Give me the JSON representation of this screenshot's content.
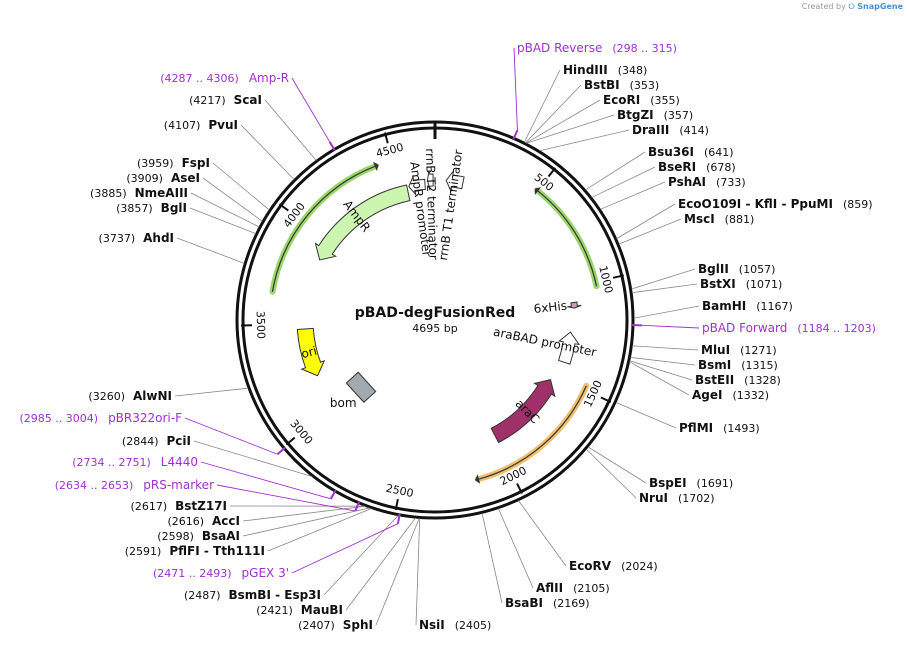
{
  "watermark": {
    "created_by": "Created by",
    "brand": "SnapGene"
  },
  "plasmid": {
    "name": "pBAD-degFusionRed",
    "length_bp": 4695,
    "length_label": "4695 bp"
  },
  "ticks": [
    "500",
    "1000",
    "1500",
    "2000",
    "2500",
    "3000",
    "3500",
    "4000",
    "4500"
  ],
  "features": [
    {
      "label": "AmpR",
      "start": 3880,
      "end": 4540,
      "direction": "reverse",
      "color": "#ccf5b0",
      "style": "arrow"
    },
    {
      "label": "AmpR promoter",
      "start": 4550,
      "end": 4640,
      "direction": "reverse",
      "color": "#ffffff",
      "style": "arrow"
    },
    {
      "label": "ori",
      "start": 3190,
      "end": 3470,
      "direction": "reverse",
      "color": "#ffff00",
      "style": "arrow"
    },
    {
      "label": "bom",
      "start": 2930,
      "end": 3010,
      "direction": "none",
      "color": "#a0aab0",
      "style": "box"
    },
    {
      "label": "araC",
      "start": 1990,
      "end": 1530,
      "direction": "reverse",
      "color": "#a0306a",
      "style": "arrow"
    },
    {
      "label": "araBAD promoter",
      "start": 1410,
      "end": 1240,
      "direction": "reverse",
      "color": "#ffffff",
      "style": "arrow"
    },
    {
      "label": "6xHis",
      "start": 1080,
      "end": 1110,
      "direction": "forward",
      "color": "#d09ac0",
      "style": "arrow"
    },
    {
      "label": "rrnB T2 terminator",
      "start": 4655,
      "end": 4685,
      "direction": "reverse",
      "color": "#ffffff",
      "style": "arrow"
    },
    {
      "label": "rrnB T1 terminator",
      "start": 60,
      "end": 150,
      "direction": "reverse",
      "color": "#ffffff",
      "style": "arrow"
    }
  ],
  "selection_arcs": [
    {
      "start": 500,
      "end": 1020,
      "color": "#9bd66a",
      "head": "start"
    },
    {
      "start": 1480,
      "end": 2150,
      "color": "#f0c070",
      "head": "end"
    },
    {
      "start": 3650,
      "end": 4420,
      "color": "#9bd66a",
      "head": "end"
    }
  ],
  "enzymes": [
    {
      "name": "HindIII",
      "pos": "(348)",
      "site": 348
    },
    {
      "name": "BstBI",
      "pos": "(353)",
      "site": 353
    },
    {
      "name": "EcoRI",
      "pos": "(355)",
      "site": 355
    },
    {
      "name": "BtgZI",
      "pos": "(357)",
      "site": 357
    },
    {
      "name": "DraIII",
      "pos": "(414)",
      "site": 414
    },
    {
      "name": "Bsu36I",
      "pos": "(641)",
      "site": 641
    },
    {
      "name": "BseRI",
      "pos": "(678)",
      "site": 678
    },
    {
      "name": "PshAI",
      "pos": "(733)",
      "site": 733
    },
    {
      "name": "EcoO109I  - KflI  - PpuMI",
      "pos": "(859)",
      "site": 859
    },
    {
      "name": "MscI",
      "pos": "(881)",
      "site": 881
    },
    {
      "name": "BglII",
      "pos": "(1057)",
      "site": 1057
    },
    {
      "name": "BstXI",
      "pos": "(1071)",
      "site": 1071
    },
    {
      "name": "BamHI",
      "pos": "(1167)",
      "site": 1167
    },
    {
      "name": "MluI",
      "pos": "(1271)",
      "site": 1271
    },
    {
      "name": "BsmI",
      "pos": "(1315)",
      "site": 1315
    },
    {
      "name": "BstEII",
      "pos": "(1328)",
      "site": 1328
    },
    {
      "name": "AgeI",
      "pos": "(1332)",
      "site": 1332
    },
    {
      "name": "PflMI",
      "pos": "(1493)",
      "site": 1493
    },
    {
      "name": "BspEI",
      "pos": "(1691)",
      "site": 1691
    },
    {
      "name": "NruI",
      "pos": "(1702)",
      "site": 1702
    },
    {
      "name": "EcoRV",
      "pos": "(2024)",
      "site": 2024
    },
    {
      "name": "AflII",
      "pos": "(2105)",
      "site": 2105
    },
    {
      "name": "BsaBI",
      "pos": "(2169)",
      "site": 2169
    },
    {
      "name": "NsiI",
      "pos": "(2405)",
      "site": 2405
    },
    {
      "name": "SphI",
      "pos": "(2407)",
      "site": 2407
    },
    {
      "name": "MauBI",
      "pos": "(2421)",
      "site": 2421
    },
    {
      "name": "BsmBI  - Esp3I",
      "pos": "(2487)",
      "site": 2487
    },
    {
      "name": "PflFI  - Tth111I",
      "pos": "(2591)",
      "site": 2591
    },
    {
      "name": "BsaAI",
      "pos": "(2598)",
      "site": 2598
    },
    {
      "name": "AccI",
      "pos": "(2616)",
      "site": 2616
    },
    {
      "name": "BstZ17I",
      "pos": "(2617)",
      "site": 2617
    },
    {
      "name": "PciI",
      "pos": "(2844)",
      "site": 2844
    },
    {
      "name": "AlwNI",
      "pos": "(3260)",
      "site": 3260
    },
    {
      "name": "AhdI",
      "pos": "(3737)",
      "site": 3737
    },
    {
      "name": "BglI",
      "pos": "(3857)",
      "site": 3857
    },
    {
      "name": "NmeAIII",
      "pos": "(3885)",
      "site": 3885
    },
    {
      "name": "AseI",
      "pos": "(3909)",
      "site": 3909
    },
    {
      "name": "FspI",
      "pos": "(3959)",
      "site": 3959
    },
    {
      "name": "PvuI",
      "pos": "(4107)",
      "site": 4107
    },
    {
      "name": "ScaI",
      "pos": "(4217)",
      "site": 4217
    }
  ],
  "primers": [
    {
      "name": "pBAD Reverse",
      "range": "(298 .. 315)",
      "site": 306,
      "name_first": true
    },
    {
      "name": "pBAD Forward",
      "range": "(1184 .. 1203)",
      "site": 1193,
      "name_first": true
    },
    {
      "name": "pGEX 3'",
      "range": "(2471 .. 2493)",
      "site": 2482,
      "name_first": false
    },
    {
      "name": "pRS-marker",
      "range": "(2634 .. 2653)",
      "site": 2643,
      "name_first": false
    },
    {
      "name": "L4440",
      "range": "(2734 .. 2751)",
      "site": 2742,
      "name_first": false
    },
    {
      "name": "pBR322ori-F",
      "range": "(2985 .. 3004)",
      "site": 2994,
      "name_first": false
    },
    {
      "name": "Amp-R",
      "range": "(4287 .. 4306)",
      "site": 4296,
      "name_first": false
    }
  ]
}
